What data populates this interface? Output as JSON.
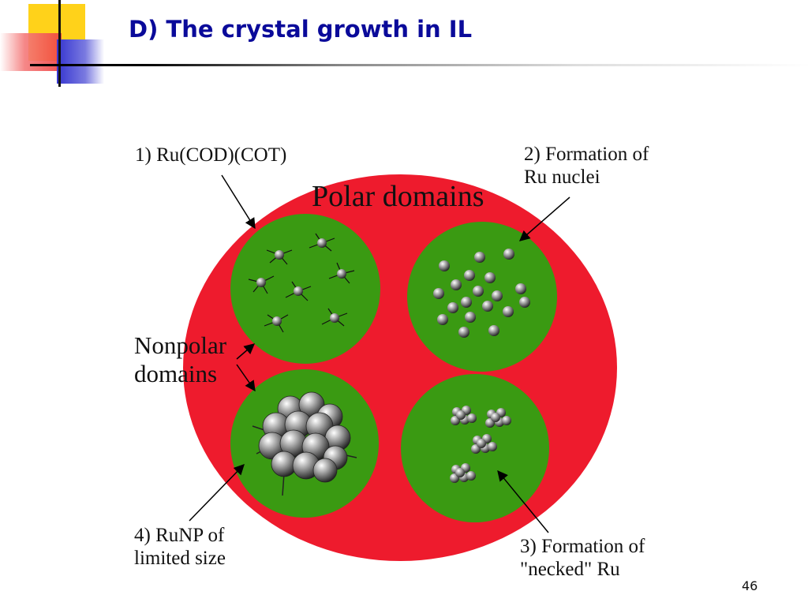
{
  "slide": {
    "title": "D) The crystal growth in IL",
    "page_number": "46"
  },
  "diagram": {
    "polar_label": "Polar domains",
    "nonpolar_label": [
      "Nonpolar",
      "domains"
    ],
    "step1_label": "1) Ru(COD)(COT)",
    "step2_label": [
      "2) Formation of",
      "Ru nuclei"
    ],
    "step3_label": [
      "3) Formation of",
      "\"necked\" Ru"
    ],
    "step4_label": [
      "4) RuNP of",
      "limited size"
    ]
  },
  "colors": {
    "title": "#0a0a9a",
    "polar_domain": "#ee1b2d",
    "nonpolar_domain": "#3a9a12",
    "particle": "#8a8a8a",
    "accent_yellow": "#ffd21a",
    "accent_red": "#f04040",
    "accent_blue": "#3535d0"
  }
}
